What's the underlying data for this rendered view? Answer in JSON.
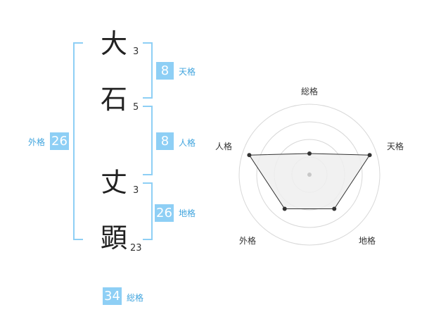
{
  "name": {
    "chars": [
      {
        "char": "大",
        "strokes": "3"
      },
      {
        "char": "石",
        "strokes": "5"
      },
      {
        "char": "丈",
        "strokes": "3"
      },
      {
        "char": "顕",
        "strokes": "23"
      }
    ]
  },
  "fortunes": {
    "tenkaku": {
      "value": "8",
      "label": "天格"
    },
    "jinkaku": {
      "value": "8",
      "label": "人格"
    },
    "chikaku": {
      "value": "26",
      "label": "地格"
    },
    "gaikaku": {
      "value": "26",
      "label": "外格"
    },
    "soukaku": {
      "value": "34",
      "label": "総格"
    }
  },
  "radar": {
    "axes": [
      "総格",
      "天格",
      "地格",
      "外格",
      "人格"
    ],
    "levels": 4,
    "scores": [
      0.3,
      0.9,
      0.6,
      0.6,
      0.9
    ],
    "colors": {
      "ring": "#d8d8d8",
      "fill": "#efefef",
      "line": "#333333",
      "point": "#333333",
      "center": "#c8c8c8"
    }
  },
  "colors": {
    "accent": "#8ecff5",
    "label": "#42a5de"
  }
}
